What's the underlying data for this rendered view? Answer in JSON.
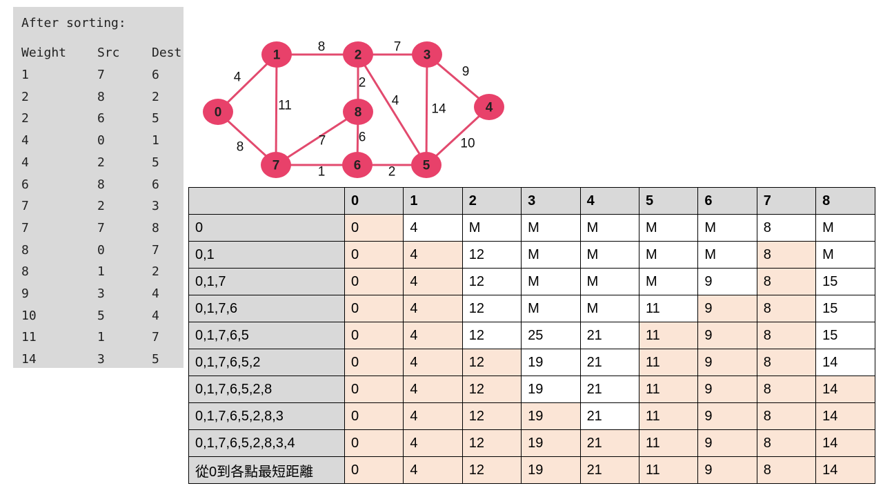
{
  "sorted_edges": {
    "title": "After sorting:",
    "headers": [
      "Weight",
      "Src",
      "Dest"
    ],
    "rows": [
      [
        "1",
        "7",
        "6"
      ],
      [
        "2",
        "8",
        "2"
      ],
      [
        "2",
        "6",
        "5"
      ],
      [
        "4",
        "0",
        "1"
      ],
      [
        "4",
        "2",
        "5"
      ],
      [
        "6",
        "8",
        "6"
      ],
      [
        "7",
        "2",
        "3"
      ],
      [
        "7",
        "7",
        "8"
      ],
      [
        "8",
        "0",
        "7"
      ],
      [
        "8",
        "1",
        "2"
      ],
      [
        "9",
        "3",
        "4"
      ],
      [
        "10",
        "5",
        "4"
      ],
      [
        "11",
        "1",
        "7"
      ],
      [
        "14",
        "3",
        "5"
      ]
    ]
  },
  "graph": {
    "node_color": "#e8416a",
    "edge_color": "#e24a6e",
    "nodes": [
      "0",
      "1",
      "2",
      "3",
      "4",
      "5",
      "6",
      "7",
      "8"
    ],
    "edges": [
      {
        "from": "0",
        "to": "1",
        "weight": "4"
      },
      {
        "from": "0",
        "to": "7",
        "weight": "8"
      },
      {
        "from": "1",
        "to": "2",
        "weight": "8"
      },
      {
        "from": "1",
        "to": "7",
        "weight": "11"
      },
      {
        "from": "2",
        "to": "3",
        "weight": "7"
      },
      {
        "from": "2",
        "to": "8",
        "weight": "2"
      },
      {
        "from": "2",
        "to": "5",
        "weight": "4"
      },
      {
        "from": "3",
        "to": "4",
        "weight": "9"
      },
      {
        "from": "3",
        "to": "5",
        "weight": "14"
      },
      {
        "from": "4",
        "to": "5",
        "weight": "10"
      },
      {
        "from": "8",
        "to": "7",
        "weight": "7"
      },
      {
        "from": "8",
        "to": "6",
        "weight": "6"
      },
      {
        "from": "7",
        "to": "6",
        "weight": "1"
      },
      {
        "from": "6",
        "to": "5",
        "weight": "2"
      }
    ]
  },
  "table": {
    "highlight_color": "#fbe5d6",
    "header_color": "#d9d9d9",
    "columns": [
      "",
      "0",
      "1",
      "2",
      "3",
      "4",
      "5",
      "6",
      "7",
      "8"
    ],
    "rows": [
      {
        "label": "0",
        "values": [
          "0",
          "4",
          "M",
          "M",
          "M",
          "M",
          "M",
          "8",
          "M"
        ],
        "highlight": [
          0
        ]
      },
      {
        "label": "0,1",
        "values": [
          "0",
          "4",
          "12",
          "M",
          "M",
          "M",
          "M",
          "8",
          "M"
        ],
        "highlight": [
          0,
          1,
          7
        ]
      },
      {
        "label": "0,1,7",
        "values": [
          "0",
          "4",
          "12",
          "M",
          "M",
          "M",
          "9",
          "8",
          "15"
        ],
        "highlight": [
          0,
          1,
          7
        ]
      },
      {
        "label": "0,1,7,6",
        "values": [
          "0",
          "4",
          "12",
          "M",
          "M",
          "11",
          "9",
          "8",
          "15"
        ],
        "highlight": [
          0,
          1,
          6,
          7
        ]
      },
      {
        "label": "0,1,7,6,5",
        "values": [
          "0",
          "4",
          "12",
          "25",
          "21",
          "11",
          "9",
          "8",
          "15"
        ],
        "highlight": [
          0,
          1,
          5,
          6,
          7
        ]
      },
      {
        "label": "0,1,7,6,5,2",
        "values": [
          "0",
          "4",
          "12",
          "19",
          "21",
          "11",
          "9",
          "8",
          "14"
        ],
        "highlight": [
          0,
          1,
          2,
          5,
          6,
          7
        ]
      },
      {
        "label": "0,1,7,6,5,2,8",
        "values": [
          "0",
          "4",
          "12",
          "19",
          "21",
          "11",
          "9",
          "8",
          "14"
        ],
        "highlight": [
          0,
          1,
          2,
          5,
          6,
          7,
          8
        ]
      },
      {
        "label": "0,1,7,6,5,2,8,3",
        "values": [
          "0",
          "4",
          "12",
          "19",
          "21",
          "11",
          "9",
          "8",
          "14"
        ],
        "highlight": [
          0,
          1,
          2,
          3,
          5,
          6,
          7,
          8
        ]
      },
      {
        "label": "0,1,7,6,5,2,8,3,4",
        "values": [
          "0",
          "4",
          "12",
          "19",
          "21",
          "11",
          "9",
          "8",
          "14"
        ],
        "highlight": [
          0,
          1,
          2,
          3,
          4,
          5,
          6,
          7,
          8
        ]
      },
      {
        "label": "從0到各點最短距離",
        "values": [
          "0",
          "4",
          "12",
          "19",
          "21",
          "11",
          "9",
          "8",
          "14"
        ],
        "highlight": [
          0,
          1,
          2,
          3,
          4,
          5,
          6,
          7,
          8
        ]
      }
    ]
  }
}
